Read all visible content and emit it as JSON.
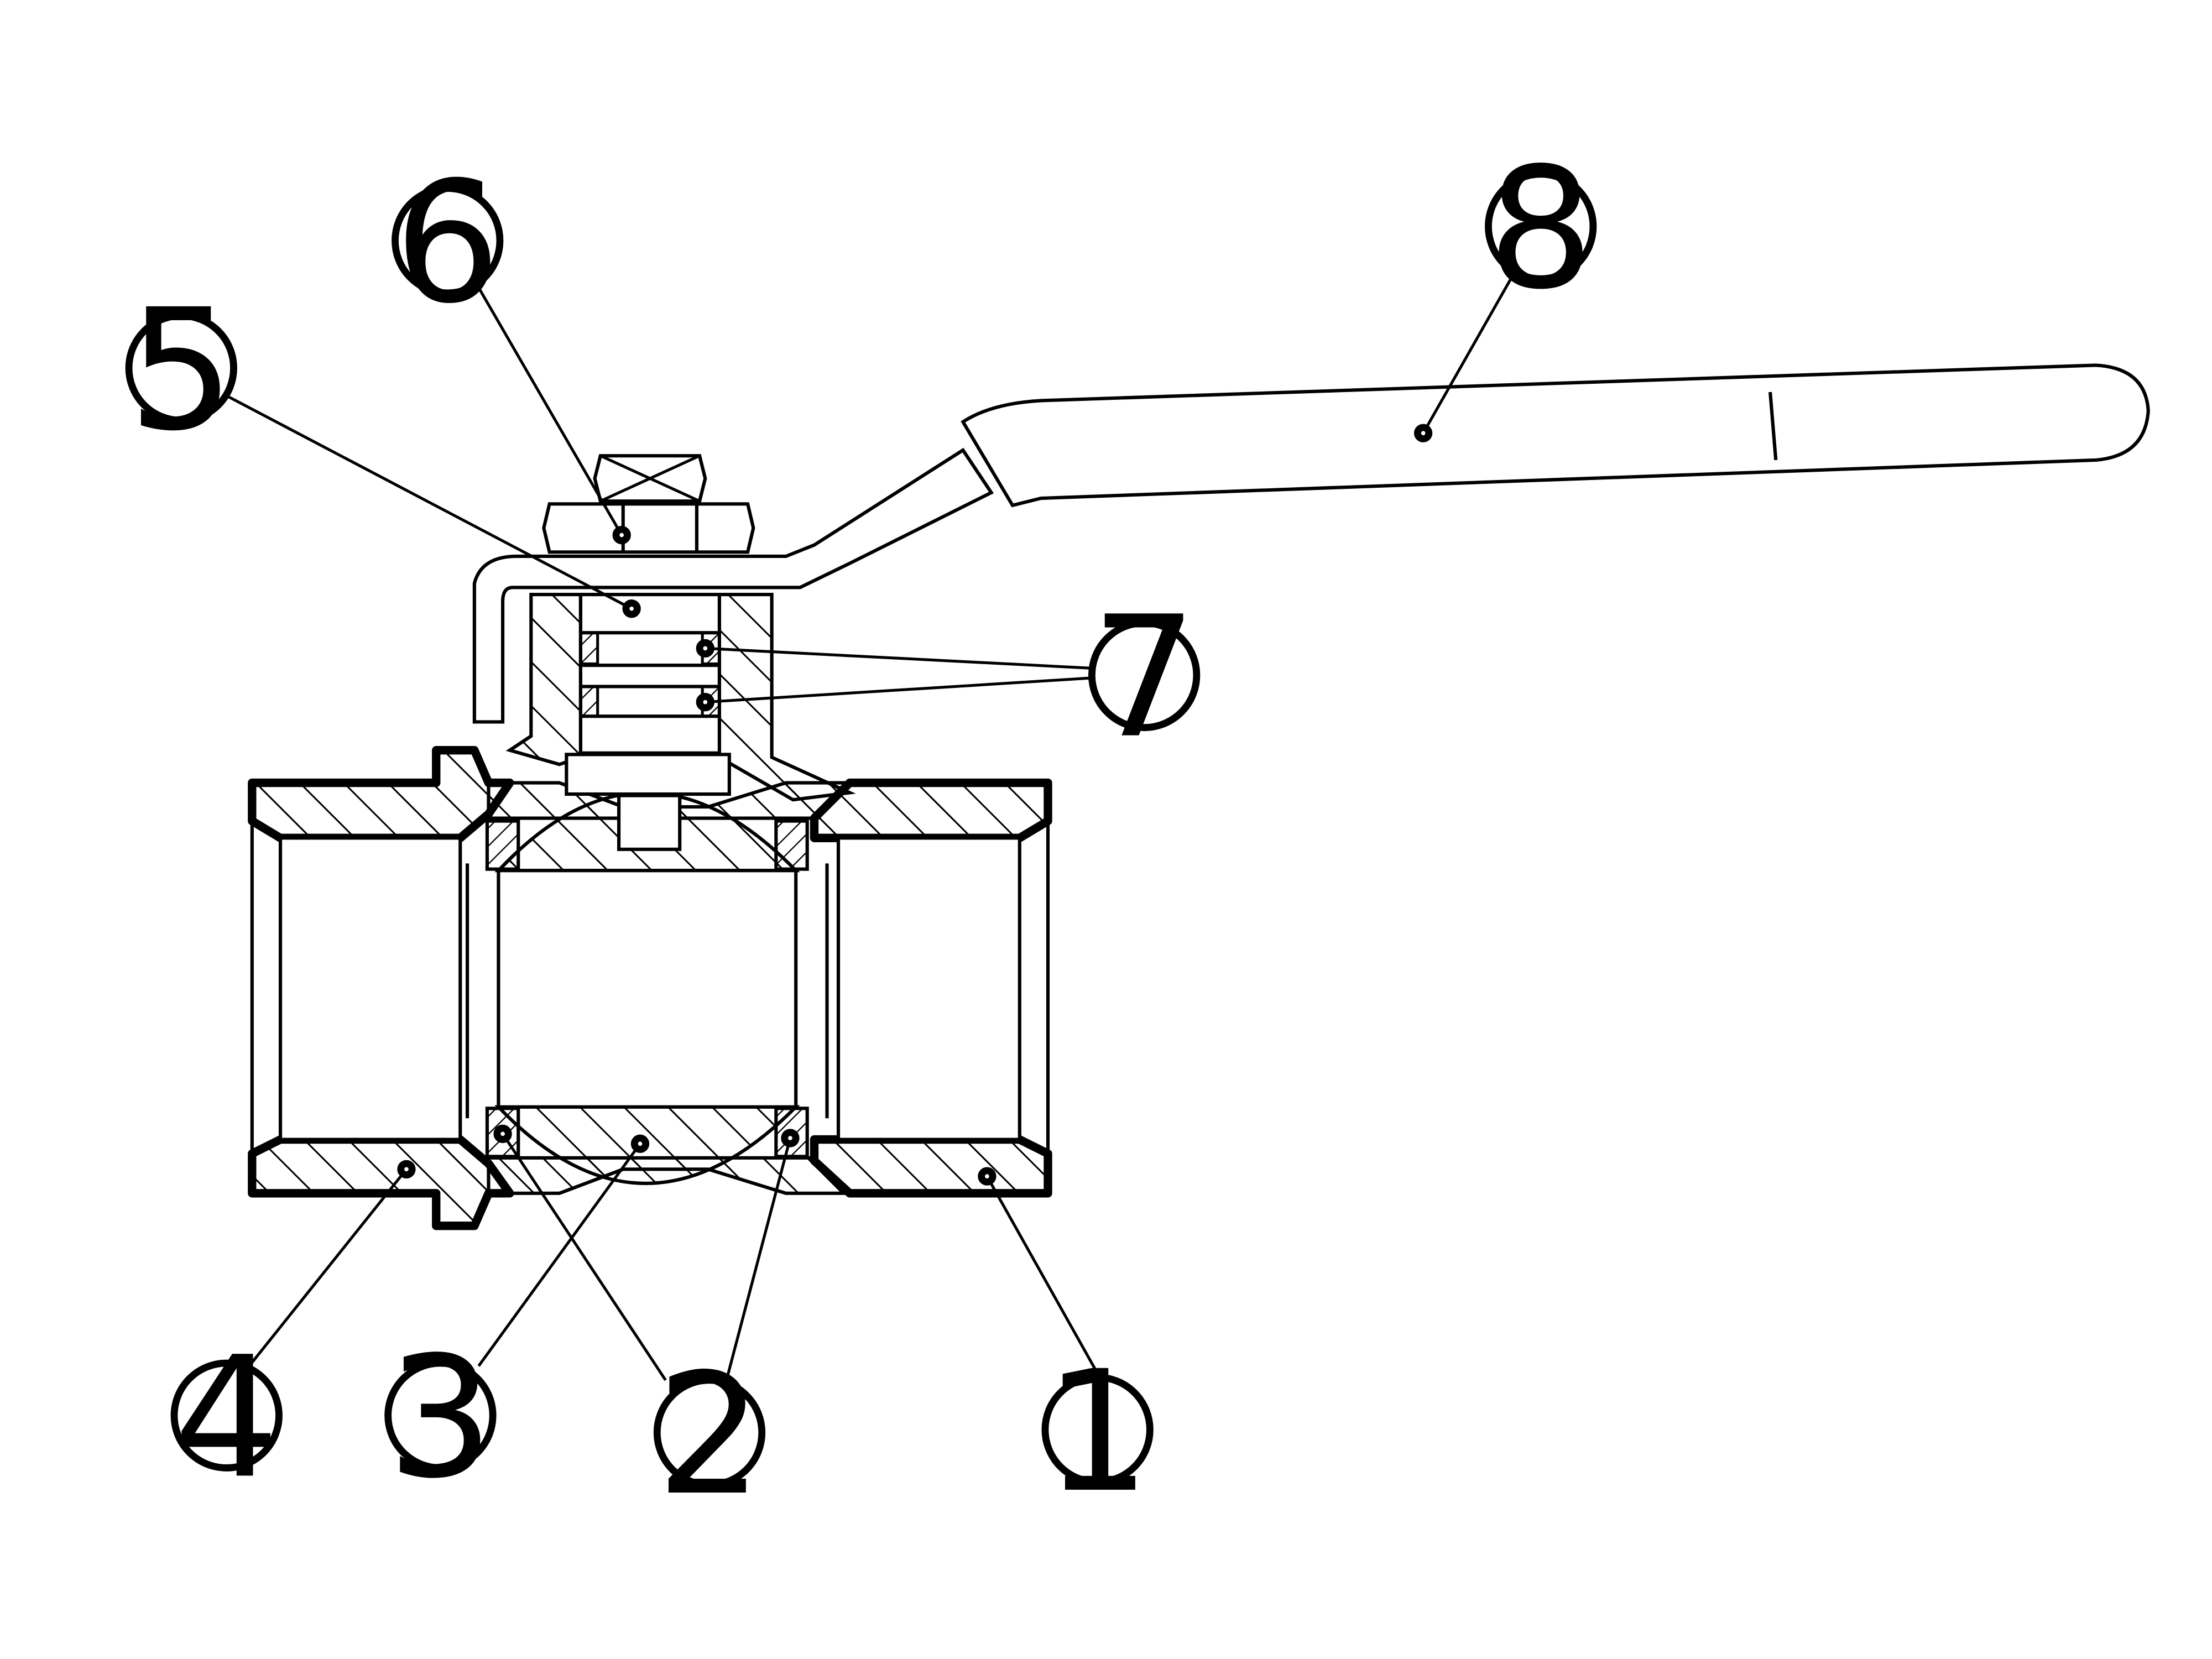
{
  "colors": {
    "line": "#000000",
    "background": "#ffffff"
  },
  "callouts": [
    {
      "id": "part-1",
      "label": "1"
    },
    {
      "id": "part-2",
      "label": "2"
    },
    {
      "id": "part-3",
      "label": "3"
    },
    {
      "id": "part-4",
      "label": "4"
    },
    {
      "id": "part-5",
      "label": "5"
    },
    {
      "id": "part-6",
      "label": "6"
    },
    {
      "id": "part-7",
      "label": "7"
    },
    {
      "id": "part-8",
      "label": "8"
    }
  ]
}
